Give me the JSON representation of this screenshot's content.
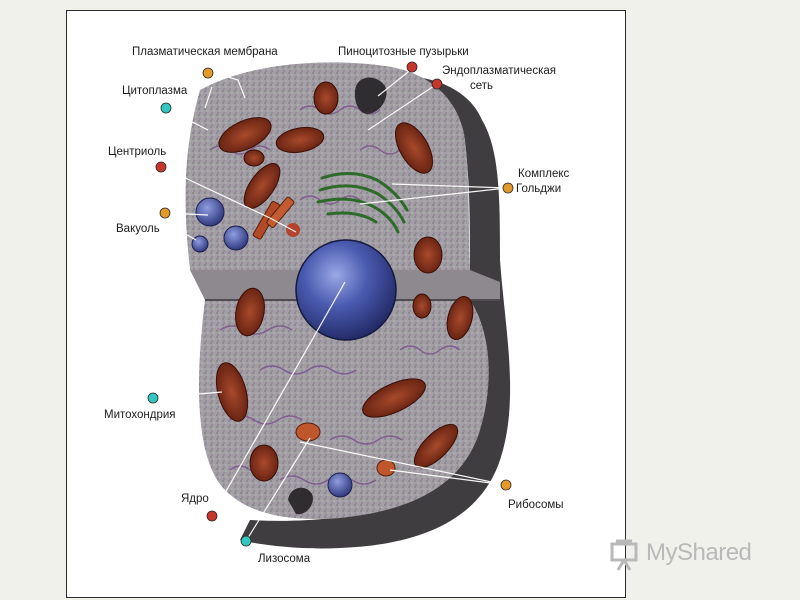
{
  "labels": {
    "plasma_membrane": "Плазматическая мембрана",
    "pinocytic_vesicles": "Пиноцитозные пузырьки",
    "er_line1": "Эндоплазматическая",
    "er_line2": "сеть",
    "cytoplasm": "Цитоплазма",
    "centriole": "Центриоль",
    "golgi_line1": "Комплекс",
    "golgi_line2": "Гольджи",
    "vacuole": "Вакуоль",
    "mitochondrion": "Митохондрия",
    "nucleus": "Ядро",
    "ribosomes": "Рибосомы",
    "lysosome": "Лизосома"
  },
  "watermark": "MyShared",
  "colors": {
    "dot_orange": "#e39a2a",
    "dot_red": "#c8352a",
    "dot_teal": "#33c7c0",
    "cell_gray": "#9a969b",
    "cell_dark": "#3f3d3f",
    "mitochondria": "#7a2a17",
    "nucleus": "#3d4c9a",
    "golgi": "#2e6a2a",
    "er": "#7b4e8a"
  }
}
